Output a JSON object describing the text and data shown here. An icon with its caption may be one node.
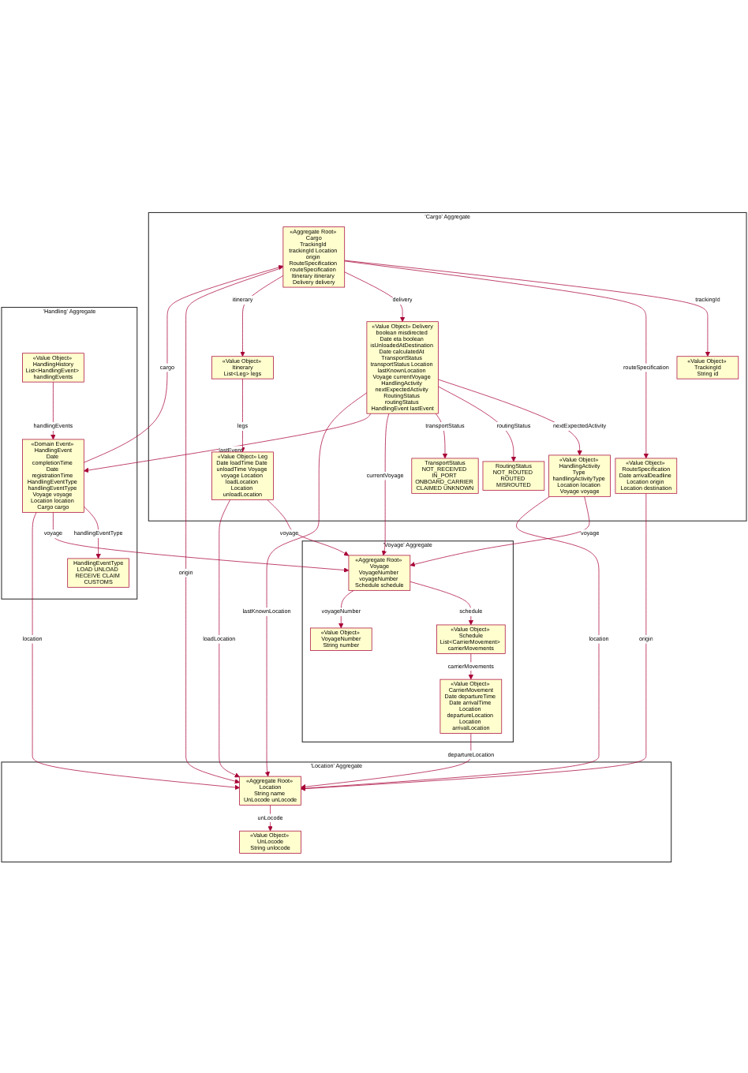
{
  "diagram": {
    "nodes": [
      {
        "text": [
          "'Cargo' Aggregate"
        ]
      },
      {
        "text": [
          "«Aggregate Root» Cargo",
          "TrackingId trackingId Location origin RouteSpecification routeSpecification Itinerary itinerary Delivery delivery"
        ],
        "in": 0
      },
      {
        "text": [
          "«Value Object» TrackingId",
          "String id"
        ],
        "in": 0
      },
      {
        "text": [
          "«Value Object» RouteSpecification",
          "Date arrivalDeadline Location origin Location destination"
        ],
        "in": 0
      },
      {
        "text": [
          "«Value Object» Delivery",
          "boolean misdirected Date eta boolean isUnloadedAtDestination Date calculatedAt TransportStatus transportStatus Location lastKnownLocation Voyage currentVoyage HandlingActivity nextExpectedActivity RoutingStatus routingStatus HandlingEvent lastEvent"
        ],
        "in": 0
      },
      {
        "text": [
          "«Value Object» Itinerary",
          "List<Leg> legs"
        ],
        "in": 0
      },
      {
        "text": [
          "«Value Object» HandlingActivity",
          "Type handlingActivityType Location location Voyage voyage"
        ],
        "in": 0
      },
      {
        "text": [
          "RoutingStatus",
          "NOT_ROUTED ROUTED MISROUTED"
        ],
        "in": 0
      },
      {
        "text": [
          "TransportStatus",
          "NOT_RECEIVED IN_PORT ONBOARD_CARRIER CLAIMED UNKNOWN"
        ],
        "in": 0
      },
      {
        "text": [
          "«Value Object» Leg",
          "Date loadTime Date unloadTime Voyage voyage Location loadLocation Location unloadLocation"
        ],
        "in": 0
      },
      {
        "text": [
          "'Handling' Aggregate"
        ]
      },
      {
        "text": [
          "«Value Object» HandlingHistory",
          "List<HandlingEvent> handlingEvents"
        ],
        "in": 10
      },
      {
        "text": [
          "«Domain Event» HandlingEvent",
          "Date completionTime Date registrationTime HandlingEventType handlingEventType Voyage voyage Location location Cargo cargo"
        ],
        "in": 10
      },
      {
        "text": [
          "HandlingEventType",
          "LOAD UNLOAD RECEIVE CLAIM CUSTOMS"
        ],
        "in": 10
      },
      {
        "text": [
          "'Voyage' Aggregate"
        ]
      },
      {
        "text": [
          "«Aggregate Root» Voyage",
          "VoyageNumber voyageNumber Schedule schedule"
        ],
        "in": 14
      },
      {
        "text": [
          "«Value Object» Schedule",
          "List<CarrierMovement> carrierMovements"
        ],
        "in": 14
      },
      {
        "text": [
          "«Value Object» VoyageNumber",
          "String number"
        ],
        "in": 14
      },
      {
        "text": [
          "«Value Object» CarrierMovement",
          "Date departureTime Date arrivalTime Location departureLocation Location arrivalLocation"
        ],
        "in": 14
      },
      {
        "text": [
          "'Location' Aggregate"
        ]
      },
      {
        "text": [
          "«Aggregate Root» Location",
          "String name UnLocode unLocode"
        ],
        "in": 19
      },
      {
        "text": [
          "«Value Object» UnLocode",
          "String unlocode"
        ],
        "in": 19
      }
    ],
    "edges": [
      {
        "from": 1,
        "to": 2,
        "arrow": "to",
        "label": "trackingId"
      },
      {
        "from": 1,
        "to": 3,
        "arrow": "to",
        "label": "routeSpecification"
      },
      {
        "from": 1,
        "to": 4,
        "arrow": "to",
        "label": "delivery"
      },
      {
        "from": 1,
        "to": 5,
        "arrow": "to",
        "label": "itinerary"
      },
      {
        "from": 1,
        "to": 20,
        "arrow": "to",
        "label": "origin"
      },
      {
        "from": 3,
        "to": 20,
        "arrow": "to",
        "label": "origin"
      },
      {
        "from": 4,
        "to": 6,
        "arrow": "to",
        "label": "nextExpectedActivity"
      },
      {
        "from": 4,
        "to": 7,
        "arrow": "to",
        "label": "routingStatus"
      },
      {
        "from": 4,
        "to": 8,
        "arrow": "to",
        "label": "transportStatus"
      },
      {
        "from": 4,
        "to": 15,
        "arrow": "to",
        "label": "currentVoyage"
      },
      {
        "from": 4,
        "to": 12,
        "arrow": "to",
        "label": "lastEvent"
      },
      {
        "from": 4,
        "to": 20,
        "arrow": "to",
        "label": "lastKnownLocation"
      },
      {
        "from": 5,
        "to": 9,
        "arrow": "to",
        "label": "legs"
      },
      {
        "from": 6,
        "to": 15,
        "arrow": "to",
        "label": "voyage"
      },
      {
        "from": 6,
        "to": 20,
        "arrow": "to",
        "label": "location"
      },
      {
        "from": 9,
        "to": 15,
        "arrow": "to",
        "label": "voyage"
      },
      {
        "from": 9,
        "to": 20,
        "arrow": "to",
        "label": "loadLocation"
      },
      {
        "from": 12,
        "to": 1,
        "arrow": "to",
        "label": "cargo"
      },
      {
        "from": 11,
        "to": 12,
        "arrow": "to",
        "label": "handlingEvents"
      },
      {
        "from": 12,
        "to": 13,
        "arrow": "to",
        "label": "handlingEventType"
      },
      {
        "from": 12,
        "to": 15,
        "arrow": "to",
        "label": "voyage"
      },
      {
        "from": 12,
        "to": 20,
        "arrow": "to",
        "label": "location"
      },
      {
        "from": 15,
        "to": 16,
        "arrow": "to",
        "label": "schedule"
      },
      {
        "from": 15,
        "to": 17,
        "arrow": "to",
        "label": "voyageNumber"
      },
      {
        "from": 16,
        "to": 18,
        "arrow": "to",
        "label": "carrierMovements"
      },
      {
        "from": 18,
        "to": 20,
        "arrow": "to",
        "label": "departureLocation"
      },
      {
        "from": 20,
        "to": 21,
        "arrow": "to",
        "label": "unLocode"
      }
    ]
  }
}
